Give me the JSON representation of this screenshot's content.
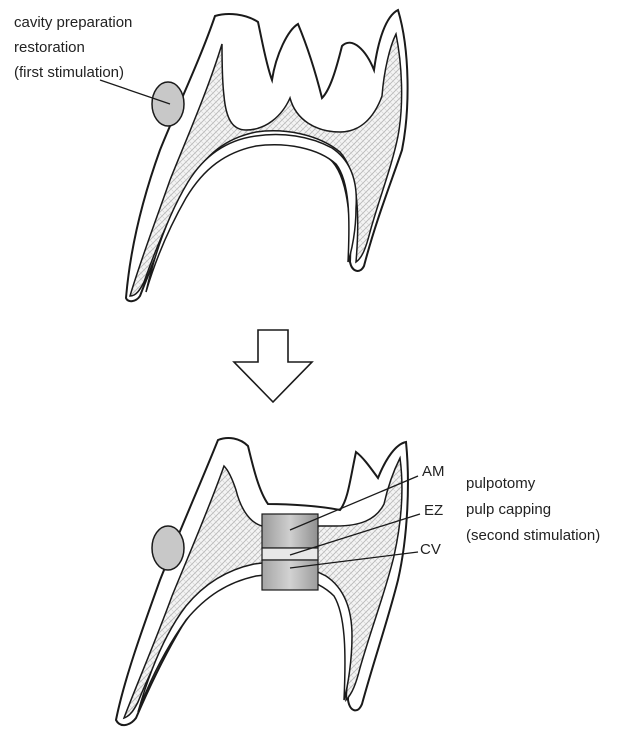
{
  "top_annotation": {
    "line1": "cavity preparation",
    "line2": "restoration",
    "line3": "(first stimulation)"
  },
  "bottom_annotation": {
    "line1": "pulpotomy",
    "line2": "pulp capping",
    "line3": "(second stimulation)"
  },
  "layer_labels": {
    "am": "AM",
    "ez": "EZ",
    "cv": "CV"
  },
  "colors": {
    "outline": "#1a1a1a",
    "dentin_hatch": "#bdbdbd",
    "restoration": "#c8c8c8",
    "am_layer": "#a9a9a9",
    "ez_layer": "#e6e6e6",
    "cv_layer": "#b5b5b5"
  }
}
